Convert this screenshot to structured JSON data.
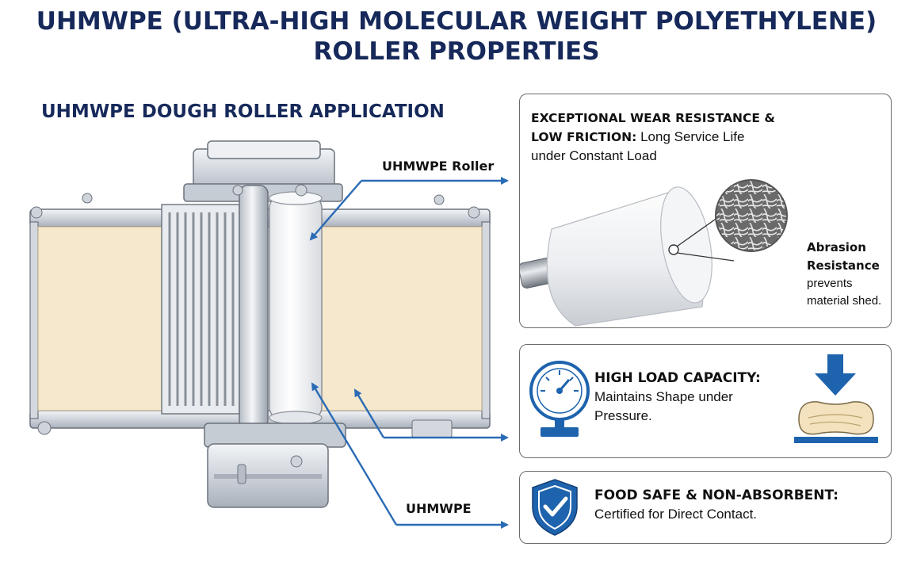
{
  "title_line1": "UHMWPE (ULTRA-HIGH MOLECULAR WEIGHT POLYETHYLENE)",
  "title_line2": "ROLLER PROPERTIES",
  "subtitle": "UHMWPE DOUGH ROLLER APPLICATION",
  "callouts": {
    "roller": "UHMWPE Roller",
    "material": "UHMWPE"
  },
  "panels": {
    "wear": {
      "heading_line1": "EXCEPTIONAL WEAR RESISTANCE &",
      "heading_line2": "LOW FRICTION:",
      "text_line1": "Long Service Life",
      "text_line2": "under Constant Load",
      "abrasion_title_line1": "Abrasion",
      "abrasion_title_line2": "Resistance",
      "abrasion_text_line1": "prevents",
      "abrasion_text_line2": "material shed."
    },
    "load": {
      "heading": "HIGH LOAD CAPACITY:",
      "text_line1": "Maintains Shape under",
      "text_line2": "Pressure."
    },
    "food": {
      "heading": "FOOD SAFE & NON-ABSORBENT:",
      "text": "Certified for Direct Contact."
    }
  },
  "colors": {
    "title": "#16295a",
    "arrow": "#2a6bb5",
    "dough": "#f6e8cc",
    "icon_blue": "#1e63ad"
  },
  "icons": [
    "pressure-gauge-icon",
    "compression-arrow-icon",
    "shield-check-icon",
    "fiber-magnifier-icon"
  ]
}
